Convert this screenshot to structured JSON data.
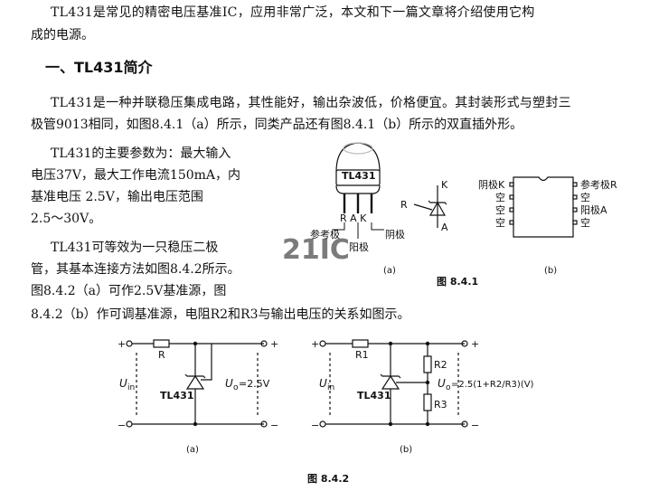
{
  "paragraphs": {
    "intro_line1": "TL431是常见的精密电压基准IC，应用非常广泛，本文和下一篇文章将介绍使用它构",
    "intro_line2": "成的电源。",
    "heading": "一、TL431简介",
    "p1_line1": "TL431是一种并联稳压集成电路，其性能好，输出杂波低，价格便宜。其封装形式与塑封三",
    "p1_line2": "极管9013相同，如图8.4.1（a）所示，同类产品还有图8.4.1（b）所示的双直插外形。",
    "p2_line1": "TL431的主要参数为：最大输入",
    "p2_line2": "电压37V，最大工作电流150mA，内",
    "p2_line3": "基准电压 2.5V，输出电压范围",
    "p2_line4": "2.5～30V。",
    "p3_line1": "TL431可等效为一只稳压二极",
    "p3_line2": "管，其基本连接方法如图8.4.2所示。",
    "p3_line3": "图8.4.2（a）可作2.5V基准源，图",
    "p3_line4": "8.4.2（b）作可调基准源，电阻R2和R3与输出电压的关系如图示。"
  },
  "fig841": {
    "chip_label": "TL431",
    "pins": "R A K",
    "pin_ref": "参考极",
    "pin_cathode": "阴极",
    "pin_anode": "阳极",
    "sym_r": "R",
    "sym_k": "K",
    "sym_a": "A",
    "dip_left1": "阴极K",
    "dip_left2": "空",
    "dip_left3": "空",
    "dip_left4": "空",
    "dip_right1": "参考极R",
    "dip_right2": "空",
    "dip_right3": "阳极A",
    "dip_right4": "空",
    "sub_a": "(a)",
    "sub_b": "(b)",
    "caption": "图 8.4.1",
    "watermark": "21IC"
  },
  "fig842": {
    "plus": "+",
    "minus": "−",
    "r_label": "R",
    "uin": "U",
    "uin_sub": "in",
    "chip": "TL431",
    "uo_a": "=2.5V",
    "uo": "U",
    "uo_sub": "o",
    "r1": "R1",
    "r2": "R2",
    "r3": "R3",
    "uo_b": "=2.5(1+R2/R3)(V)",
    "sub_a": "(a)",
    "sub_b": "(b)",
    "caption": "图 8.4.2"
  }
}
